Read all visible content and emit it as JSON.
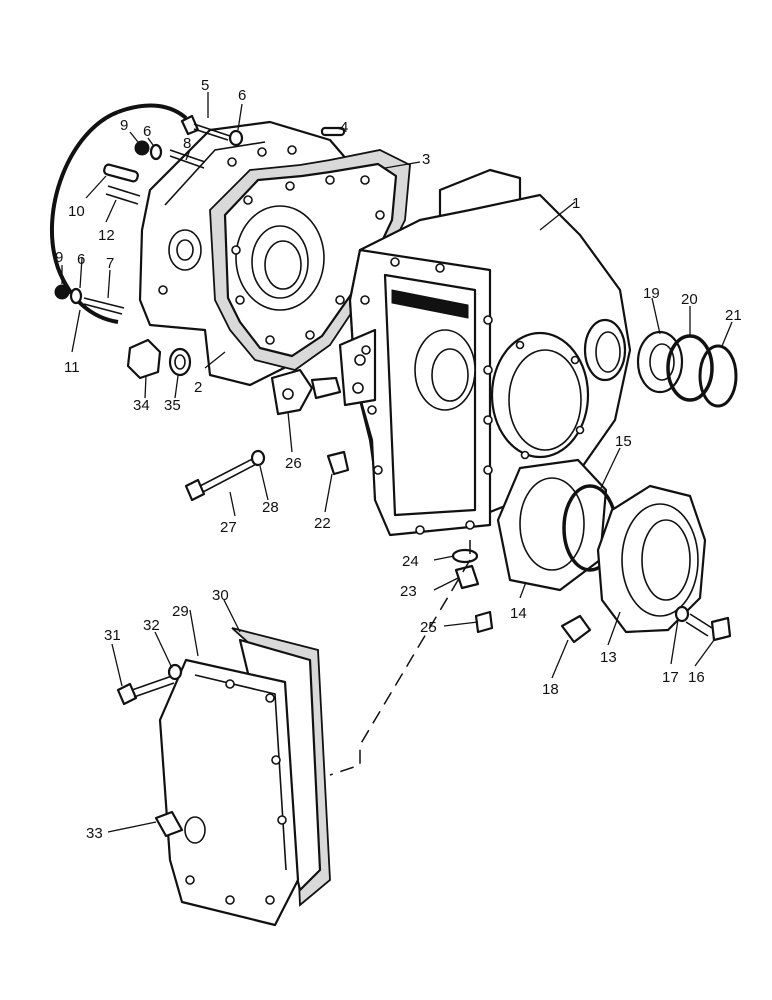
{
  "diagram": {
    "callouts": [
      {
        "id": "c1",
        "label": "1"
      },
      {
        "id": "c2",
        "label": "2"
      },
      {
        "id": "c3",
        "label": "3"
      },
      {
        "id": "c4",
        "label": "4"
      },
      {
        "id": "c5",
        "label": "5"
      },
      {
        "id": "c6a",
        "label": "6"
      },
      {
        "id": "c6b",
        "label": "6"
      },
      {
        "id": "c6c",
        "label": "6"
      },
      {
        "id": "c7",
        "label": "7"
      },
      {
        "id": "c8",
        "label": "8"
      },
      {
        "id": "c9a",
        "label": "9"
      },
      {
        "id": "c9b",
        "label": "9"
      },
      {
        "id": "c10",
        "label": "10"
      },
      {
        "id": "c11",
        "label": "11"
      },
      {
        "id": "c12",
        "label": "12"
      },
      {
        "id": "c13",
        "label": "13"
      },
      {
        "id": "c14",
        "label": "14"
      },
      {
        "id": "c15",
        "label": "15"
      },
      {
        "id": "c16",
        "label": "16"
      },
      {
        "id": "c17",
        "label": "17"
      },
      {
        "id": "c18",
        "label": "18"
      },
      {
        "id": "c19",
        "label": "19"
      },
      {
        "id": "c20",
        "label": "20"
      },
      {
        "id": "c21",
        "label": "21"
      },
      {
        "id": "c22",
        "label": "22"
      },
      {
        "id": "c23",
        "label": "23"
      },
      {
        "id": "c24",
        "label": "24"
      },
      {
        "id": "c25",
        "label": "25"
      },
      {
        "id": "c26",
        "label": "26"
      },
      {
        "id": "c27",
        "label": "27"
      },
      {
        "id": "c28",
        "label": "28"
      },
      {
        "id": "c29",
        "label": "29"
      },
      {
        "id": "c30",
        "label": "30"
      },
      {
        "id": "c31",
        "label": "31"
      },
      {
        "id": "c32",
        "label": "32"
      },
      {
        "id": "c33",
        "label": "33"
      },
      {
        "id": "c34",
        "label": "34"
      },
      {
        "id": "c35",
        "label": "35"
      }
    ]
  }
}
